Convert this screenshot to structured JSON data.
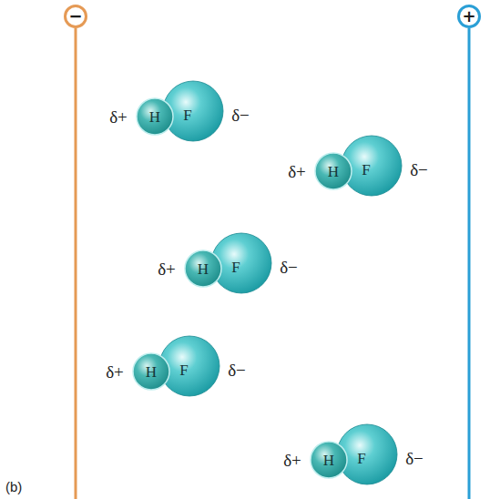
{
  "diagram": {
    "nodes": [
      {
        "text": [
          "−"
        ]
      },
      {
        "text": [
          "+"
        ]
      },
      {
        "text": [
          "δ+",
          "H",
          "F",
          "δ−"
        ]
      },
      {
        "text": [
          "δ+",
          "H",
          "F",
          "δ−"
        ]
      },
      {
        "text": [
          "δ+",
          "H",
          "F",
          "δ−"
        ]
      },
      {
        "text": [
          "δ+",
          "H",
          "F",
          "δ−"
        ]
      },
      {
        "text": [
          "δ+",
          "H",
          "F",
          "δ−"
        ]
      }
    ],
    "labels": [
      "(b)"
    ]
  }
}
